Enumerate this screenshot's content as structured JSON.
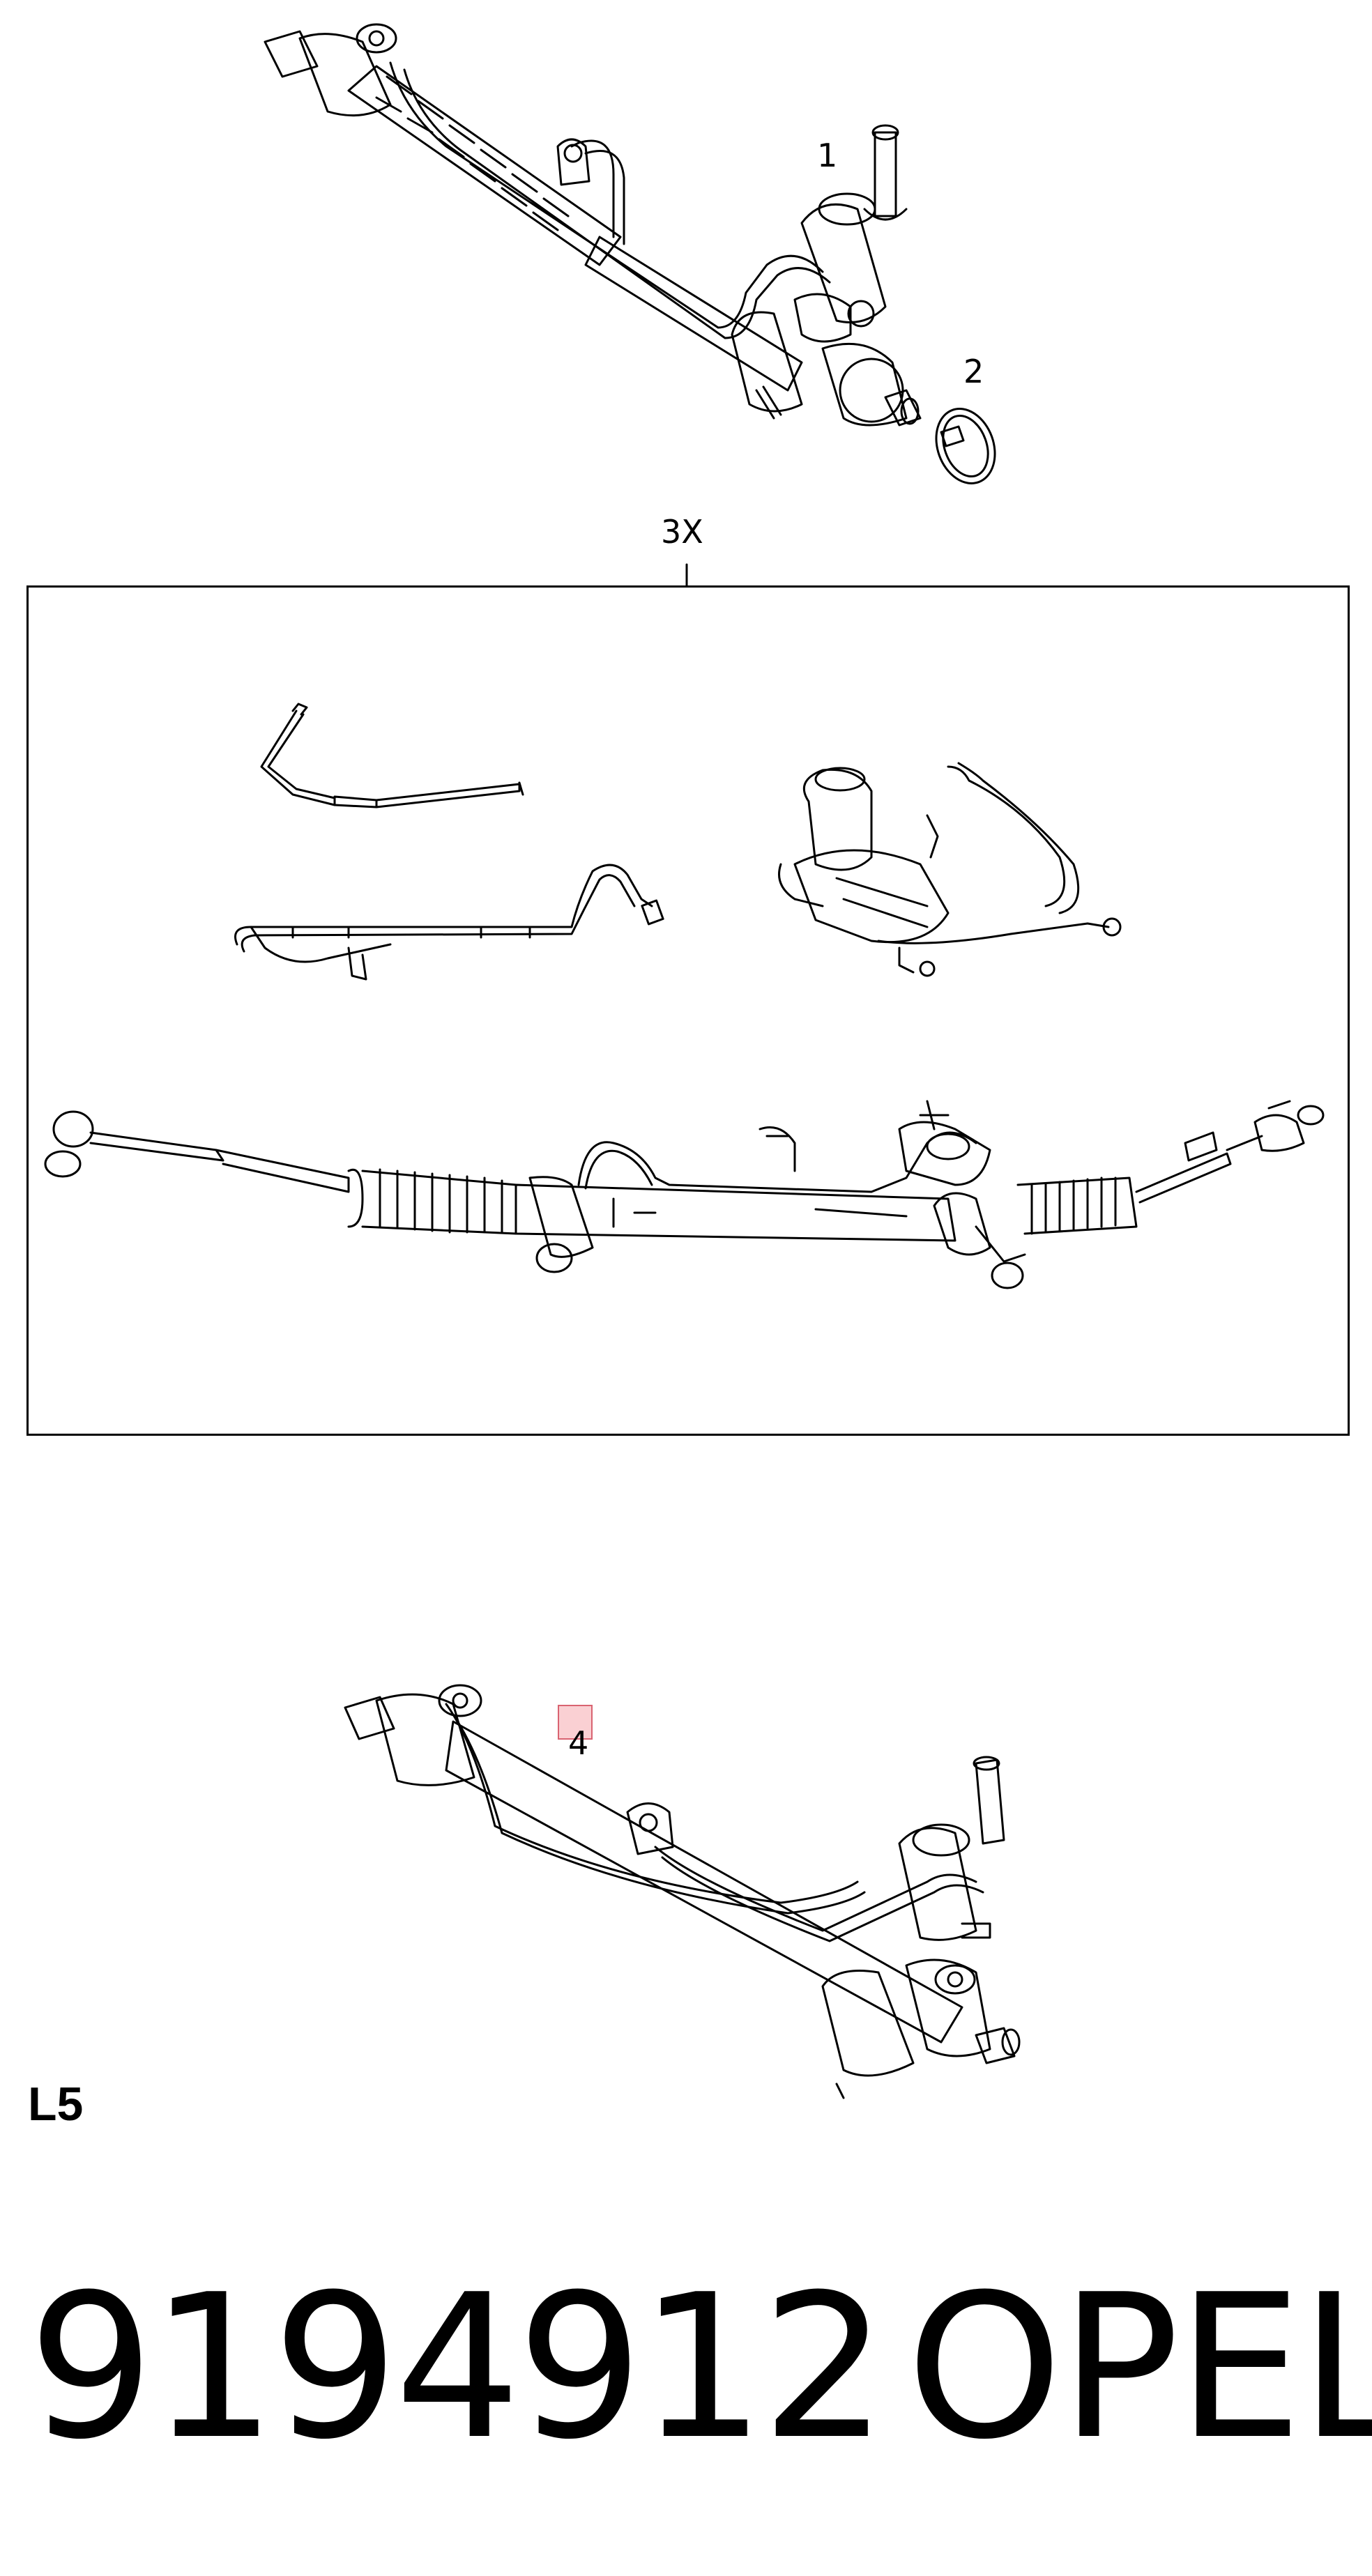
{
  "callouts": {
    "item_1": "1",
    "item_2": "2",
    "item_3": "3X",
    "item_4": "4"
  },
  "model_code": "L5",
  "part_number": "9194912",
  "brand": "OPEL",
  "icons": [
    "steering-rack-icon",
    "clamp-icon",
    "pressure-hose-icon",
    "return-hose-icon",
    "power-steering-pump-icon",
    "tie-rod-rack-icon"
  ],
  "colors": {
    "line": "#000000",
    "highlight": "#f07882"
  }
}
